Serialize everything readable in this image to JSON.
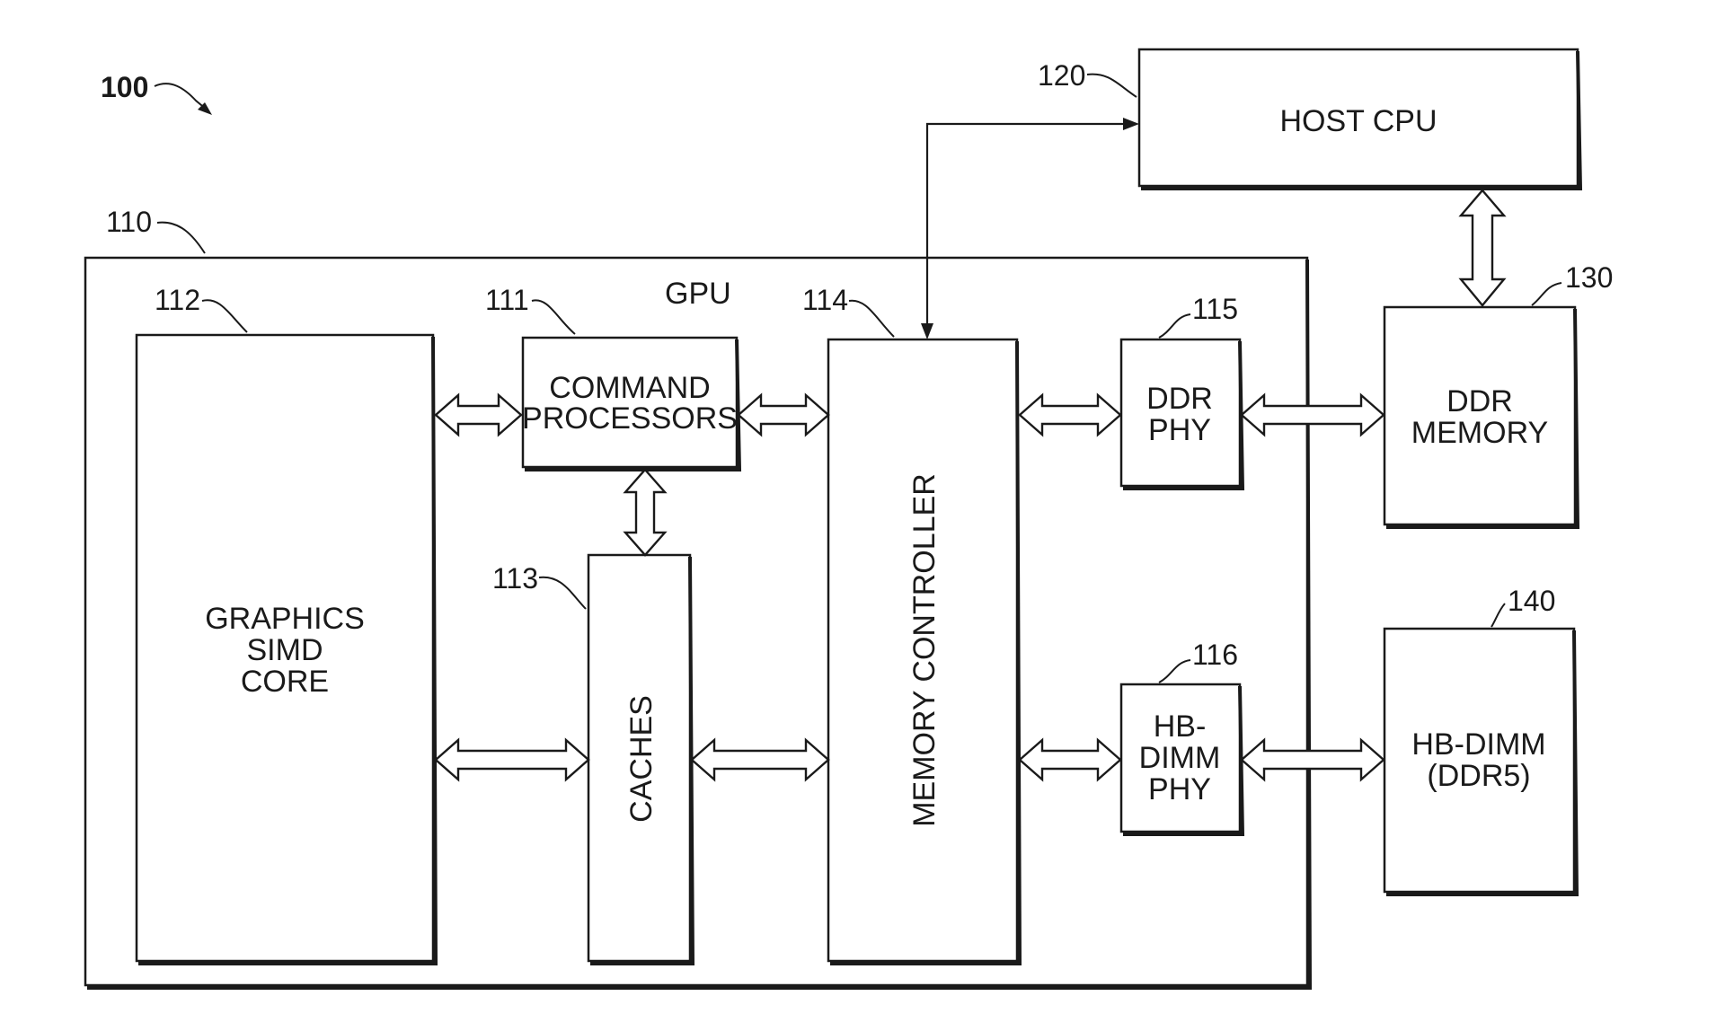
{
  "figure": {
    "number": "100"
  },
  "gpu": {
    "ref": "110",
    "label": "GPU"
  },
  "blocks": {
    "simd_core": {
      "ref": "112",
      "lines": [
        "GRAPHICS",
        "SIMD",
        "CORE"
      ]
    },
    "command_processors": {
      "ref": "111",
      "lines": [
        "COMMAND",
        "PROCESSORS"
      ]
    },
    "caches": {
      "ref": "113",
      "label": "CACHES"
    },
    "memory_controller": {
      "ref": "114",
      "label": "MEMORY CONTROLLER"
    },
    "ddr_phy": {
      "ref": "115",
      "lines": [
        "DDR",
        "PHY"
      ]
    },
    "hbdimm_phy": {
      "ref": "116",
      "lines": [
        "HB-",
        "DIMM",
        "PHY"
      ]
    },
    "host_cpu": {
      "ref": "120",
      "label": "HOST CPU"
    },
    "ddr_memory": {
      "ref": "130",
      "lines": [
        "DDR",
        "MEMORY"
      ]
    },
    "hbdimm": {
      "ref": "140",
      "lines": [
        "HB-DIMM",
        "(DDR5)"
      ]
    }
  }
}
